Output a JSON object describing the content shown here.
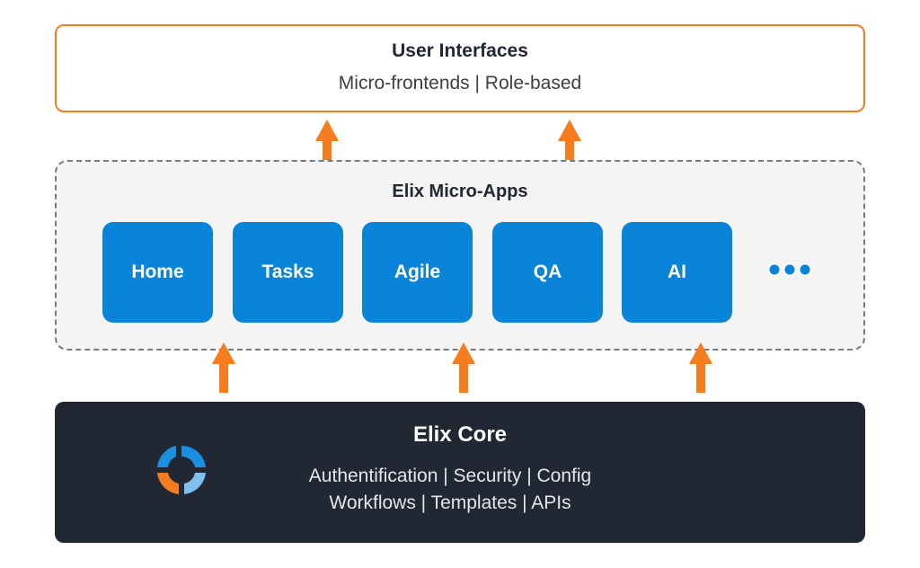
{
  "user_interfaces": {
    "title": "User Interfaces",
    "subtitle": "Micro-frontends | Role-based"
  },
  "micro_apps": {
    "title": "Elix Micro-Apps",
    "apps": [
      {
        "label": "Home"
      },
      {
        "label": "Tasks"
      },
      {
        "label": "Agile"
      },
      {
        "label": "QA"
      },
      {
        "label": "AI"
      }
    ],
    "more_indicator": "more-dots-icon"
  },
  "core": {
    "title": "Elix Core",
    "line1": "Authentification | Security | Config",
    "line2": "Workflows | Templates | APIs",
    "logo": "elix-logo-icon"
  },
  "colors": {
    "accent_orange": "#f57c1f",
    "app_blue": "#0a84d8",
    "core_dark": "#222833",
    "micro_bg": "#f4f4f4",
    "dashed_border": "#7a7a7a"
  }
}
